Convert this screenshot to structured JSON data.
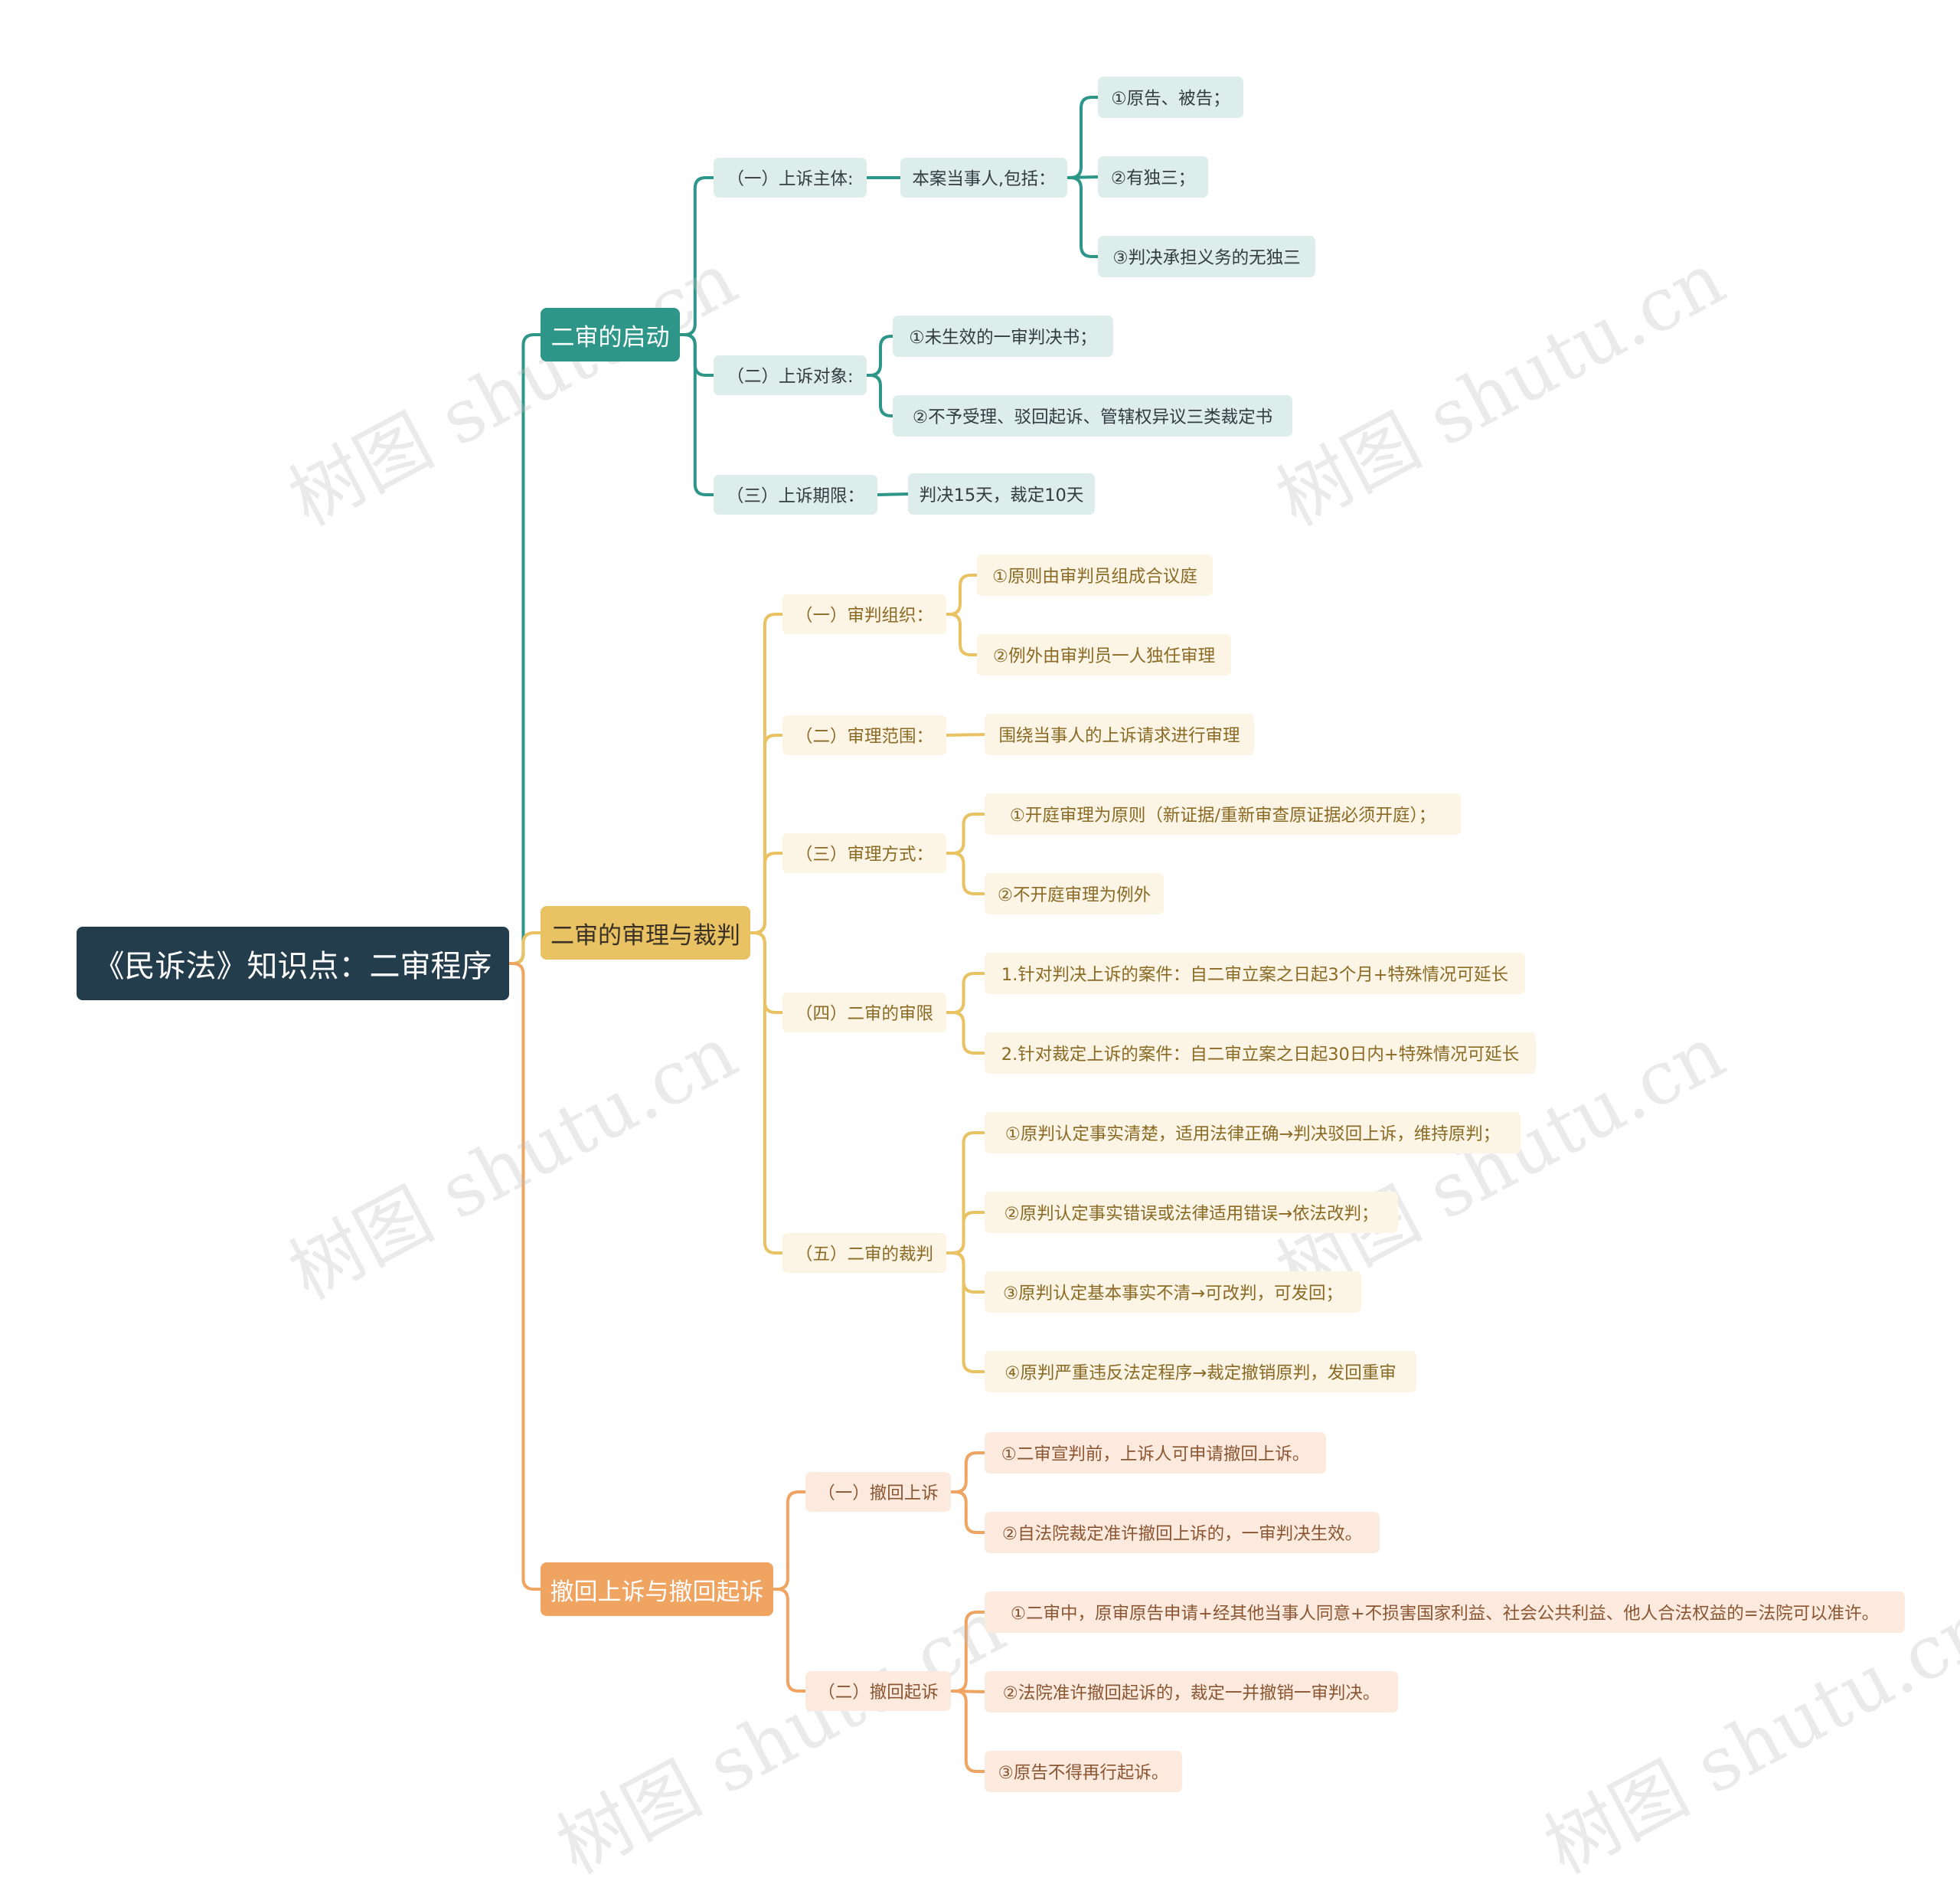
{
  "root": "《民诉法》知识点：二审程序",
  "branches": [
    {
      "label": "二审的启动",
      "color": "#2e9688",
      "children": [
        {
          "label": "（一）上诉主体:",
          "children": [
            {
              "label": "本案当事人,包括：",
              "children": [
                {
                  "label": "①原告、被告；"
                },
                {
                  "label": "②有独三；"
                },
                {
                  "label": "③判决承担义务的无独三"
                }
              ]
            }
          ]
        },
        {
          "label": "（二）上诉对象:",
          "children": [
            {
              "label": "①未生效的一审判决书；"
            },
            {
              "label": "②不予受理、驳回起诉、管辖权异议三类裁定书"
            }
          ]
        },
        {
          "label": "（三）上诉期限：",
          "children": [
            {
              "label": "判决15天，裁定10天"
            }
          ]
        }
      ]
    },
    {
      "label": "二审的审理与裁判",
      "color": "#e8c263",
      "children": [
        {
          "label": "（一）审判组织：",
          "children": [
            {
              "label": "①原则由审判员组成合议庭"
            },
            {
              "label": "②例外由审判员一人独任审理"
            }
          ]
        },
        {
          "label": "（二）审理范围：",
          "children": [
            {
              "label": "围绕当事人的上诉请求进行审理"
            }
          ]
        },
        {
          "label": "（三）审理方式：",
          "children": [
            {
              "label": "①开庭审理为原则（新证据/重新审查原证据必须开庭）；"
            },
            {
              "label": "②不开庭审理为例外"
            }
          ]
        },
        {
          "label": "（四）二审的审限",
          "children": [
            {
              "label": "1.针对判决上诉的案件：自二审立案之日起3个月+特殊情况可延长"
            },
            {
              "label": "2.针对裁定上诉的案件：自二审立案之日起30日内+特殊情况可延长"
            }
          ]
        },
        {
          "label": "（五）二审的裁判",
          "children": [
            {
              "label": "①原判认定事实清楚，适用法律正确→判决驳回上诉，维持原判；"
            },
            {
              "label": "②原判认定事实错误或法律适用错误→依法改判；"
            },
            {
              "label": "③原判认定基本事实不清→可改判，可发回；"
            },
            {
              "label": "④原判严重违反法定程序→裁定撤销原判，发回重审"
            }
          ]
        }
      ]
    },
    {
      "label": "撤回上诉与撤回起诉",
      "color": "#f0a462",
      "children": [
        {
          "label": "（一）撤回上诉",
          "children": [
            {
              "label": "①二审宣判前，上诉人可申请撤回上诉。"
            },
            {
              "label": "②自法院裁定准许撤回上诉的，一审判决生效。"
            }
          ]
        },
        {
          "label": "（二）撤回起诉",
          "children": [
            {
              "label": "①二审中，原审原告申请+经其他当事人同意+不损害国家利益、社会公共利益、他人合法权益的=法院可以准许。"
            },
            {
              "label": "②法院准许撤回起诉的，裁定一并撤销一审判决。"
            },
            {
              "label": "③原告不得再行起诉。"
            }
          ]
        }
      ]
    }
  ],
  "watermark": "树图 shutu.cn"
}
